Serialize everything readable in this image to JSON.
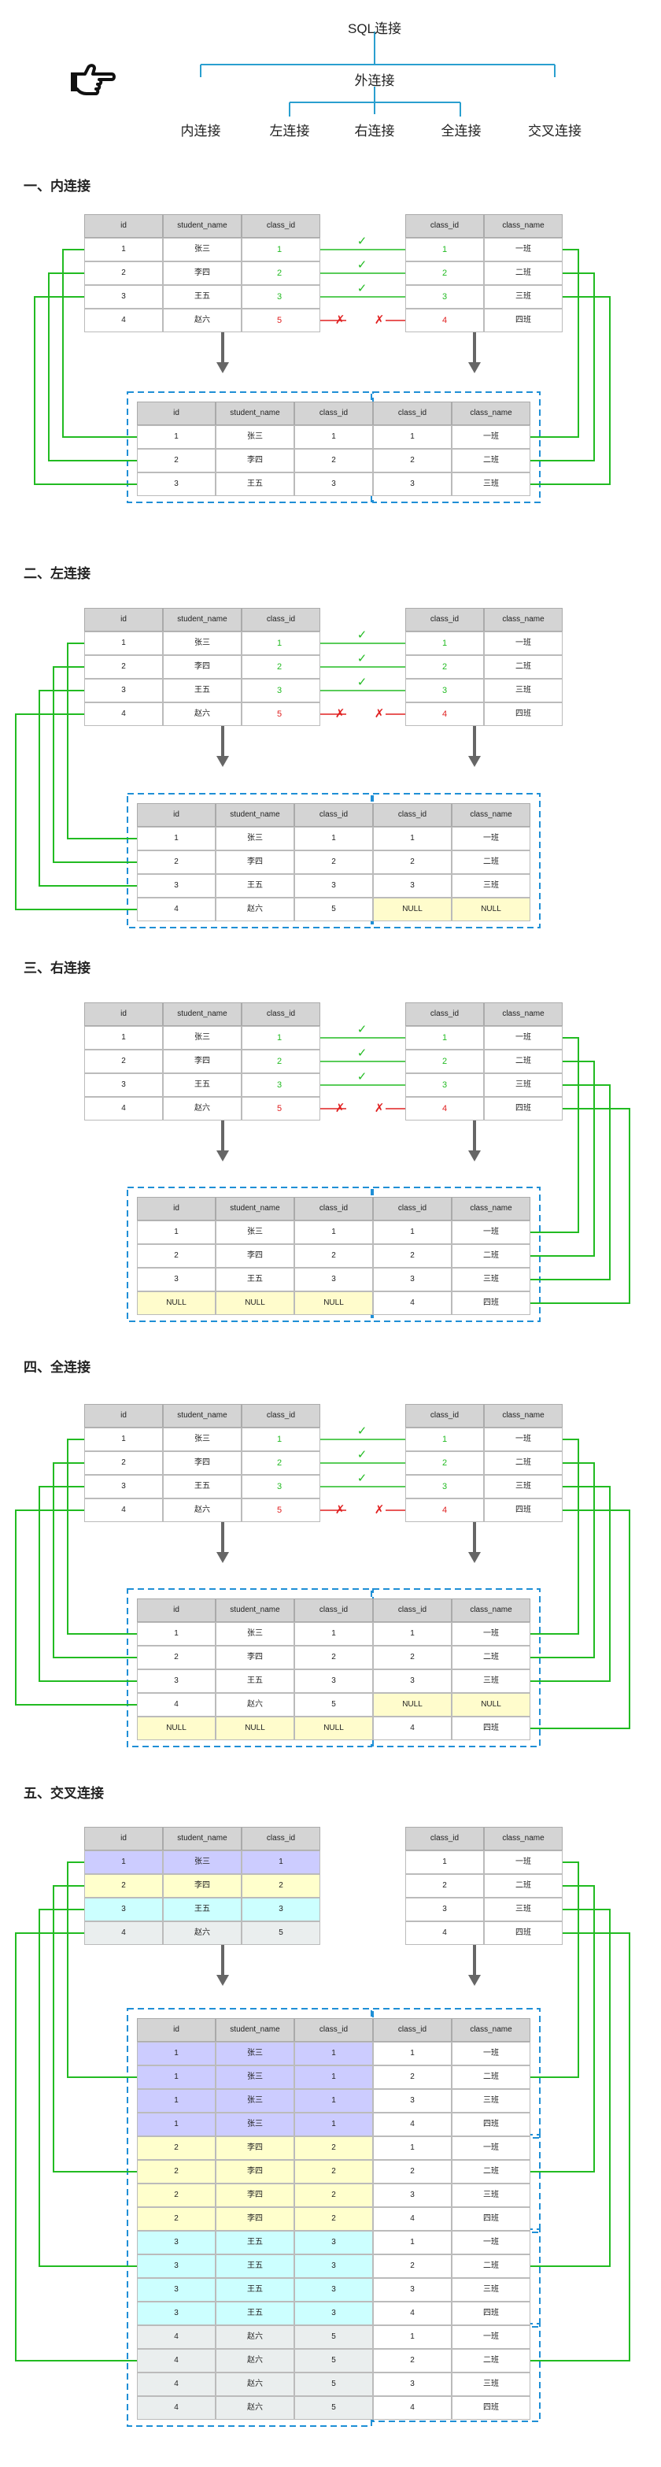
{
  "tree": {
    "root": "SQL连接",
    "outer": "外连接",
    "inner": "内连接",
    "left": "左连接",
    "right": "右连接",
    "full": "全连接",
    "cross": "交叉连接"
  },
  "sections": {
    "inner": "一、内连接",
    "left": "二、左连接",
    "right": "三、右连接",
    "full": "四、全连接",
    "cross": "五、交叉连接"
  },
  "headers": {
    "student": [
      "id",
      "student_name",
      "class_id"
    ],
    "class": [
      "class_id",
      "class_name"
    ]
  },
  "students": [
    [
      "1",
      "张三",
      "1"
    ],
    [
      "2",
      "李四",
      "2"
    ],
    [
      "3",
      "王五",
      "3"
    ],
    [
      "4",
      "赵六",
      "5"
    ]
  ],
  "classes": [
    [
      "1",
      "一班"
    ],
    [
      "2",
      "二班"
    ],
    [
      "3",
      "三班"
    ],
    [
      "4",
      "四班"
    ]
  ],
  "match_marks": {
    "ok": "✓",
    "fail": "✗"
  },
  "null_text": "NULL",
  "results": {
    "inner": [
      [
        "1",
        "张三",
        "1",
        "1",
        "一班"
      ],
      [
        "2",
        "李四",
        "2",
        "2",
        "二班"
      ],
      [
        "3",
        "王五",
        "3",
        "3",
        "三班"
      ]
    ],
    "left": [
      [
        "1",
        "张三",
        "1",
        "1",
        "一班"
      ],
      [
        "2",
        "李四",
        "2",
        "2",
        "二班"
      ],
      [
        "3",
        "王五",
        "3",
        "3",
        "三班"
      ],
      [
        "4",
        "赵六",
        "5",
        "NULL",
        "NULL"
      ]
    ],
    "right": [
      [
        "1",
        "张三",
        "1",
        "1",
        "一班"
      ],
      [
        "2",
        "李四",
        "2",
        "2",
        "二班"
      ],
      [
        "3",
        "王五",
        "3",
        "3",
        "三班"
      ],
      [
        "NULL",
        "NULL",
        "NULL",
        "4",
        "四班"
      ]
    ],
    "full": [
      [
        "1",
        "张三",
        "1",
        "1",
        "一班"
      ],
      [
        "2",
        "李四",
        "2",
        "2",
        "二班"
      ],
      [
        "3",
        "王五",
        "3",
        "3",
        "三班"
      ],
      [
        "4",
        "赵六",
        "5",
        "NULL",
        "NULL"
      ],
      [
        "NULL",
        "NULL",
        "NULL",
        "4",
        "四班"
      ]
    ]
  },
  "colors": {
    "green": "#22bb22",
    "red": "#e02020",
    "blue_dash": "#1f8fd6",
    "tree_line": "#2a9fcf",
    "null_bg": "#fffccc",
    "cross_row1": "#ccccff",
    "cross_row2": "#ffffcc",
    "cross_row3": "#ccffff",
    "cross_row4": "#eaeeee",
    "header_bg": "#d4d4d4"
  },
  "icons": [
    "pointing-hand-icon"
  ]
}
